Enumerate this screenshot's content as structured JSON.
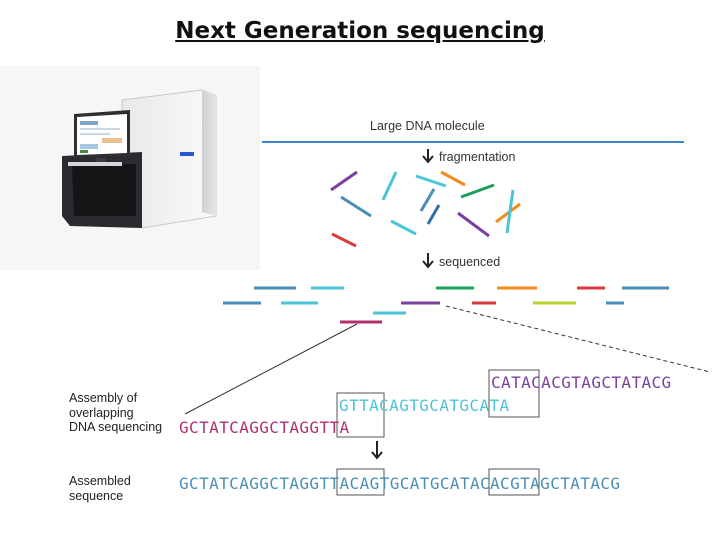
{
  "title": "Next Generation sequencing",
  "labels": {
    "large_dna": "Large DNA molecule",
    "fragmentation": "fragmentation",
    "sequenced": "sequenced",
    "assembly": [
      "Assembly of",
      "overlapping",
      "DNA sequencing"
    ],
    "assembled": [
      "Assembled",
      "sequence"
    ]
  },
  "sequences": {
    "read_top": "CATACACGTAGCTATACG",
    "read_middle": "GTTACAGTGCATGCATA",
    "read_bottom": "GCTATCAGGCTAGGTTA",
    "assembled": "GCTATCAGGCTAGGTTACAGTGCATGCATACACGTAGCTATACG"
  },
  "colors": {
    "blue": "#3a86c8",
    "cyan": "#4cc4d8",
    "purple": "#7b3fa0",
    "magenta": "#b0306f",
    "red": "#d93a3a",
    "orange": "#f28c1e",
    "green": "#1aa05a",
    "lime": "#b8d434",
    "slate": "#4a8eb8"
  }
}
